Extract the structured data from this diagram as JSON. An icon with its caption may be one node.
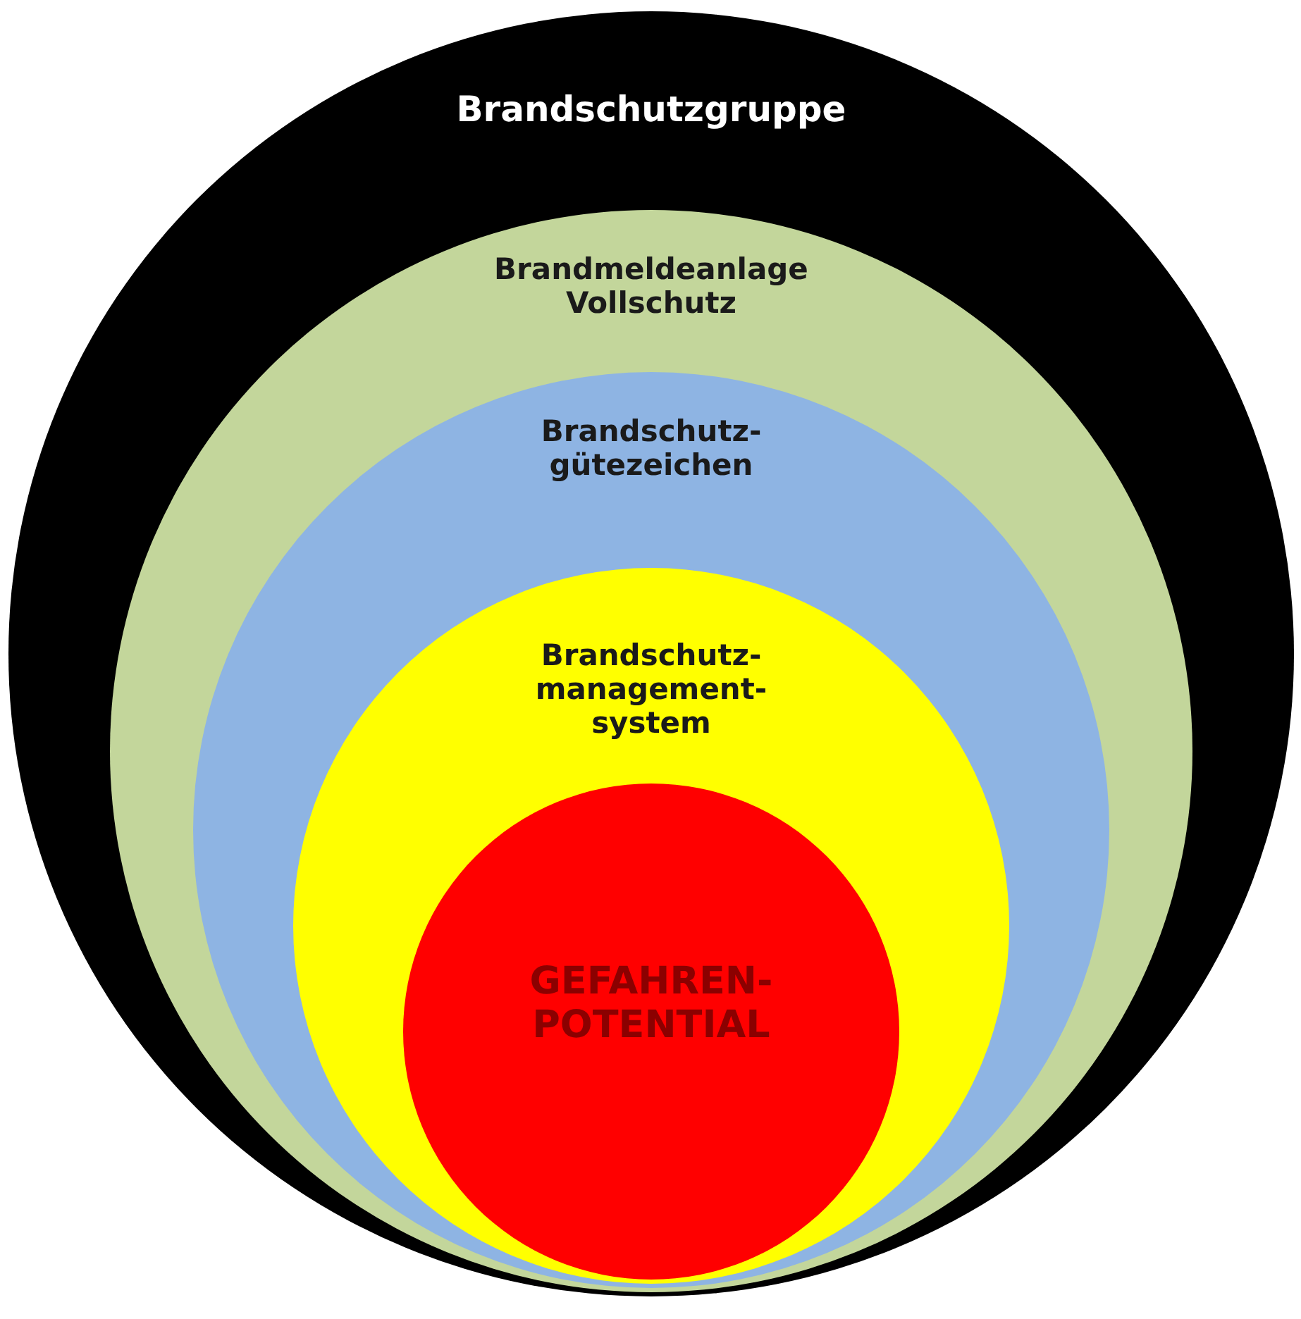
{
  "diagram": {
    "nodes": [
      {
        "text": [
          "Brandschutzgruppe"
        ]
      },
      {
        "text": [
          "Brandmeldeanlage Vollschutz"
        ],
        "in": 0
      },
      {
        "text": [
          "Brandschutz- gütezeichen"
        ],
        "in": 1
      },
      {
        "text": [
          "Brandschutz- management- system"
        ],
        "in": 2
      },
      {
        "text": [
          "GEFAHREN- POTENTIAL"
        ],
        "in": 3
      }
    ]
  }
}
